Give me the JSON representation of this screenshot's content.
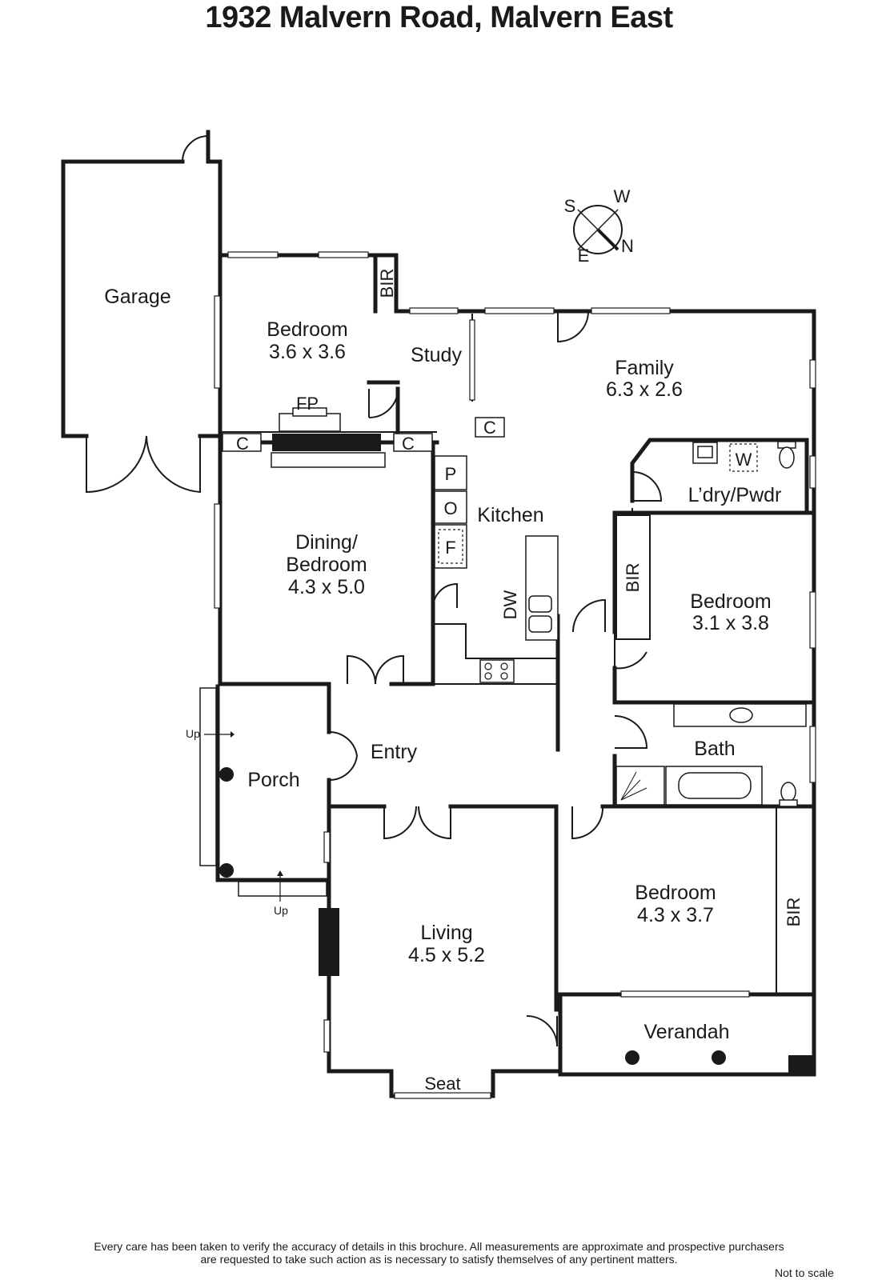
{
  "title": "1932 Malvern Road, Malvern East",
  "compass": {
    "n": "N",
    "s": "S",
    "e": "E",
    "w": "W"
  },
  "rooms": {
    "garage": "Garage",
    "bedroom1": {
      "name": "Bedroom",
      "size": "3.6 x 3.6"
    },
    "study": "Study",
    "family": {
      "name": "Family",
      "size": "6.3 x 2.6"
    },
    "dining": {
      "line1": "Dining/",
      "line2": "Bedroom",
      "size": "4.3 x 5.0"
    },
    "kitchen": "Kitchen",
    "laundry": "L’dry/Pwdr",
    "bedroom2": {
      "name": "Bedroom",
      "size": "3.1 x 3.8"
    },
    "entry": "Entry",
    "porch": "Porch",
    "bath": "Bath",
    "living": {
      "name": "Living",
      "size": "4.5 x 5.2"
    },
    "bedroom3": {
      "name": "Bedroom",
      "size": "4.3 x 3.7"
    },
    "verandah": "Verandah",
    "seat": "Seat"
  },
  "fixtures": {
    "bir": "BIR",
    "fp": "FP",
    "c": "C",
    "p": "P",
    "o": "O",
    "f": "F",
    "dw": "DW",
    "w": "W",
    "up": "Up"
  },
  "disclaimer": {
    "line1": "Every care has been taken to verify the accuracy of details in this brochure.  All measurements are approximate and prospective purchasers",
    "line2": "are requested to take such action as is necessary to satisfy themselves of any pertinent matters."
  },
  "scale_note": "Not to scale"
}
